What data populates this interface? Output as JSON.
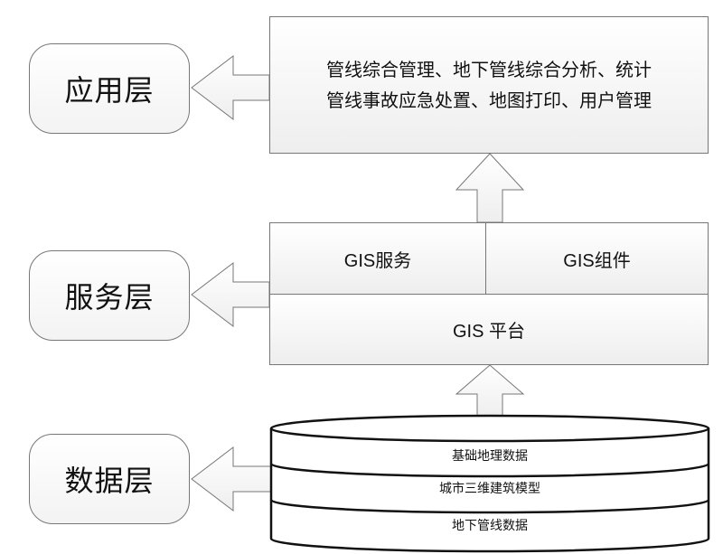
{
  "layers": {
    "application": "应用层",
    "service": "服务层",
    "data": "数据层"
  },
  "application_box": {
    "line1": "管线综合管理、地下管线综合分析、统计",
    "line2": "管线事故应急处置、地图打印、用户管理"
  },
  "service_boxes": {
    "gis_service": "GIS服务",
    "gis_component": "GIS组件",
    "gis_platform": "GIS 平台"
  },
  "data_layers": [
    "基础地理数据",
    "城市三维建筑模型",
    "地下管线数据"
  ],
  "colors": {
    "stroke": "#777777",
    "fill_top": "#ffffff",
    "fill_bottom": "#eeeeee",
    "text": "#111111"
  }
}
